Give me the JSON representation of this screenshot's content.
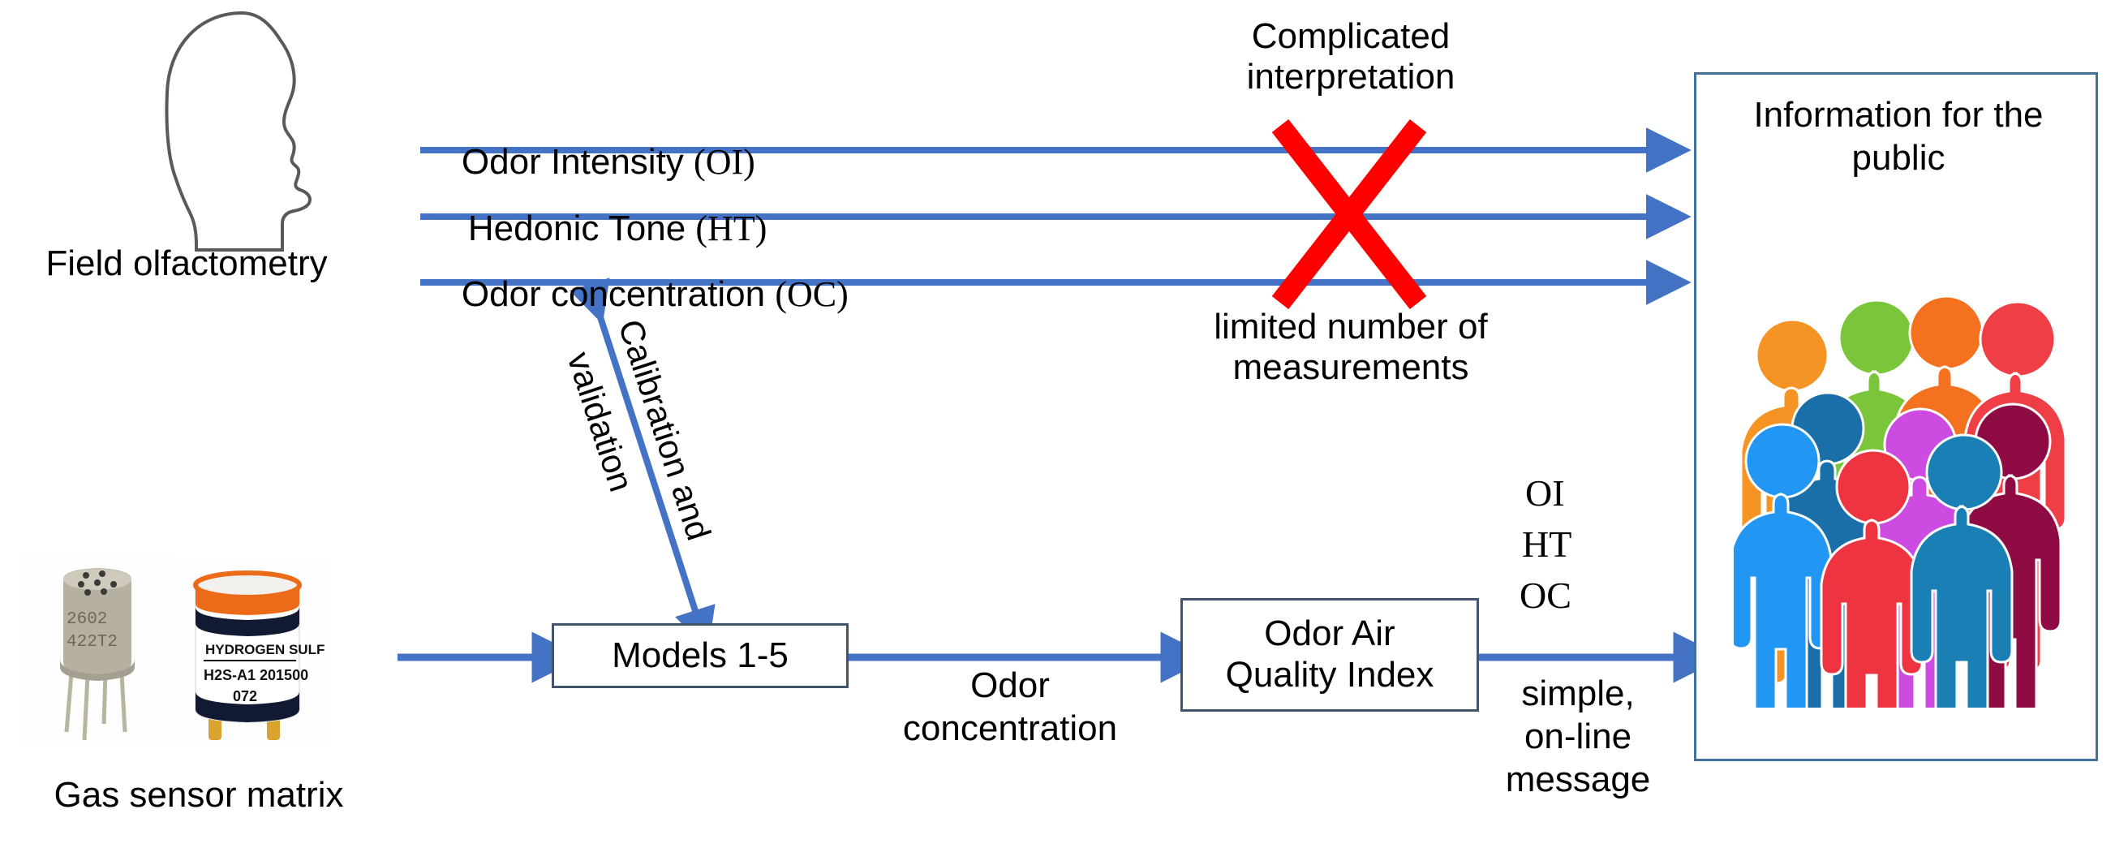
{
  "diagram": {
    "title": "Odor Air Quality Index information flow",
    "colors": {
      "arrow_blue": "#4472c4",
      "line_blue": "#4472c4",
      "box_border": "#44546a",
      "panel_border": "#41719c",
      "cross_red": "#ff0000",
      "text_black": "#000000"
    }
  },
  "left": {
    "head_caption": "Field olfactometry",
    "sensor_caption": "Gas sensor matrix",
    "sensor_a_label_line1": "2602",
    "sensor_a_label_line2": "422T2",
    "sensor_b_label_line1": "HYDROGEN SULF",
    "sensor_b_label_line2": "H2S-A1 201500",
    "sensor_b_label_line3": "072"
  },
  "flows": {
    "olfactometry_outputs": [
      {
        "name_sans": "Odor Intensity ",
        "abbr_serif": "(OI)"
      },
      {
        "name_sans": "Hedonic Tone ",
        "abbr_serif": "(HT)"
      },
      {
        "name_sans": "Odor concentration ",
        "abbr_serif": "(OC)"
      }
    ],
    "calibration_label": "Calibration and",
    "calibration_label_2": "validation",
    "odor_concentration_label_line1": "Odor",
    "odor_concentration_label_line2": "concentration",
    "message_abbr_1": "OI",
    "message_abbr_2": "HT",
    "message_abbr_3": "OC",
    "message_line1": "simple,",
    "message_line2": "on-line",
    "message_line3": "message"
  },
  "blockers": {
    "above_cross_line1": "Complicated",
    "above_cross_line2": "interpretation",
    "below_cross_line1": "limited number of",
    "below_cross_line2": "measurements",
    "cross_icon": "red-cross-icon"
  },
  "nodes": {
    "models_box": "Models 1-5",
    "index_box_line1": "Odor Air",
    "index_box_line2": "Quality Index"
  },
  "public": {
    "panel_title_line1": "Information for the",
    "panel_title_line2": "public",
    "crowd_icon": "crowd-of-people-icon",
    "crowd_colors": [
      "#f59324",
      "#7ac53a",
      "#f4711f",
      "#ef3e46",
      "#2196f3",
      "#1b6fa8",
      "#cc4be0",
      "#1a7fb5",
      "#ee3440",
      "#8e0c43"
    ]
  }
}
